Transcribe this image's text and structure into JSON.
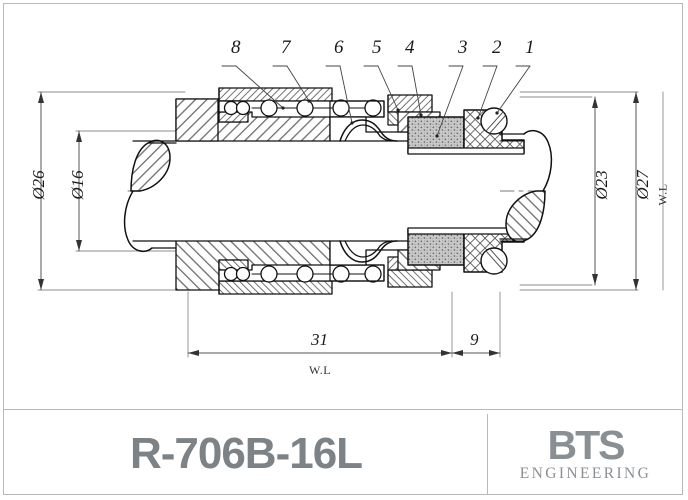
{
  "title": {
    "part_number": "R-706B-16L"
  },
  "logo": {
    "brand": "BTS",
    "tagline": "ENGINEERING"
  },
  "callouts": [
    {
      "id": "8",
      "label": "8"
    },
    {
      "id": "7",
      "label": "7"
    },
    {
      "id": "6",
      "label": "6"
    },
    {
      "id": "5",
      "label": "5"
    },
    {
      "id": "4",
      "label": "4"
    },
    {
      "id": "3",
      "label": "3"
    },
    {
      "id": "2",
      "label": "2"
    },
    {
      "id": "1",
      "label": "1"
    }
  ],
  "dimensions": {
    "left_outer": "Ø26",
    "left_inner": "Ø16",
    "right_inner": "Ø23",
    "right_outer": "Ø27",
    "length_main": "31",
    "length_seat": "9",
    "wl_bottom": "W.L",
    "wl_right": "W.L"
  }
}
